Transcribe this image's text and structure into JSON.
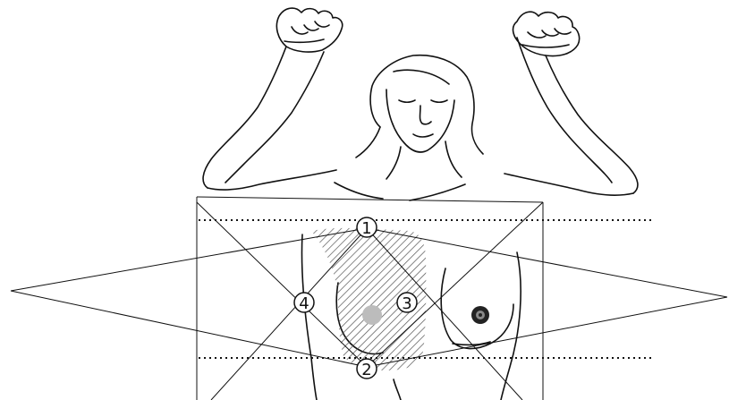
{
  "figure": {
    "markers": [
      {
        "id": "1",
        "label": "1"
      },
      {
        "id": "2",
        "label": "2"
      },
      {
        "id": "3",
        "label": "3"
      },
      {
        "id": "4",
        "label": "4"
      }
    ],
    "colors": {
      "line": "#111111",
      "hatch": "#555555",
      "shade": "#d8d8d8",
      "background": "#ffffff"
    }
  }
}
